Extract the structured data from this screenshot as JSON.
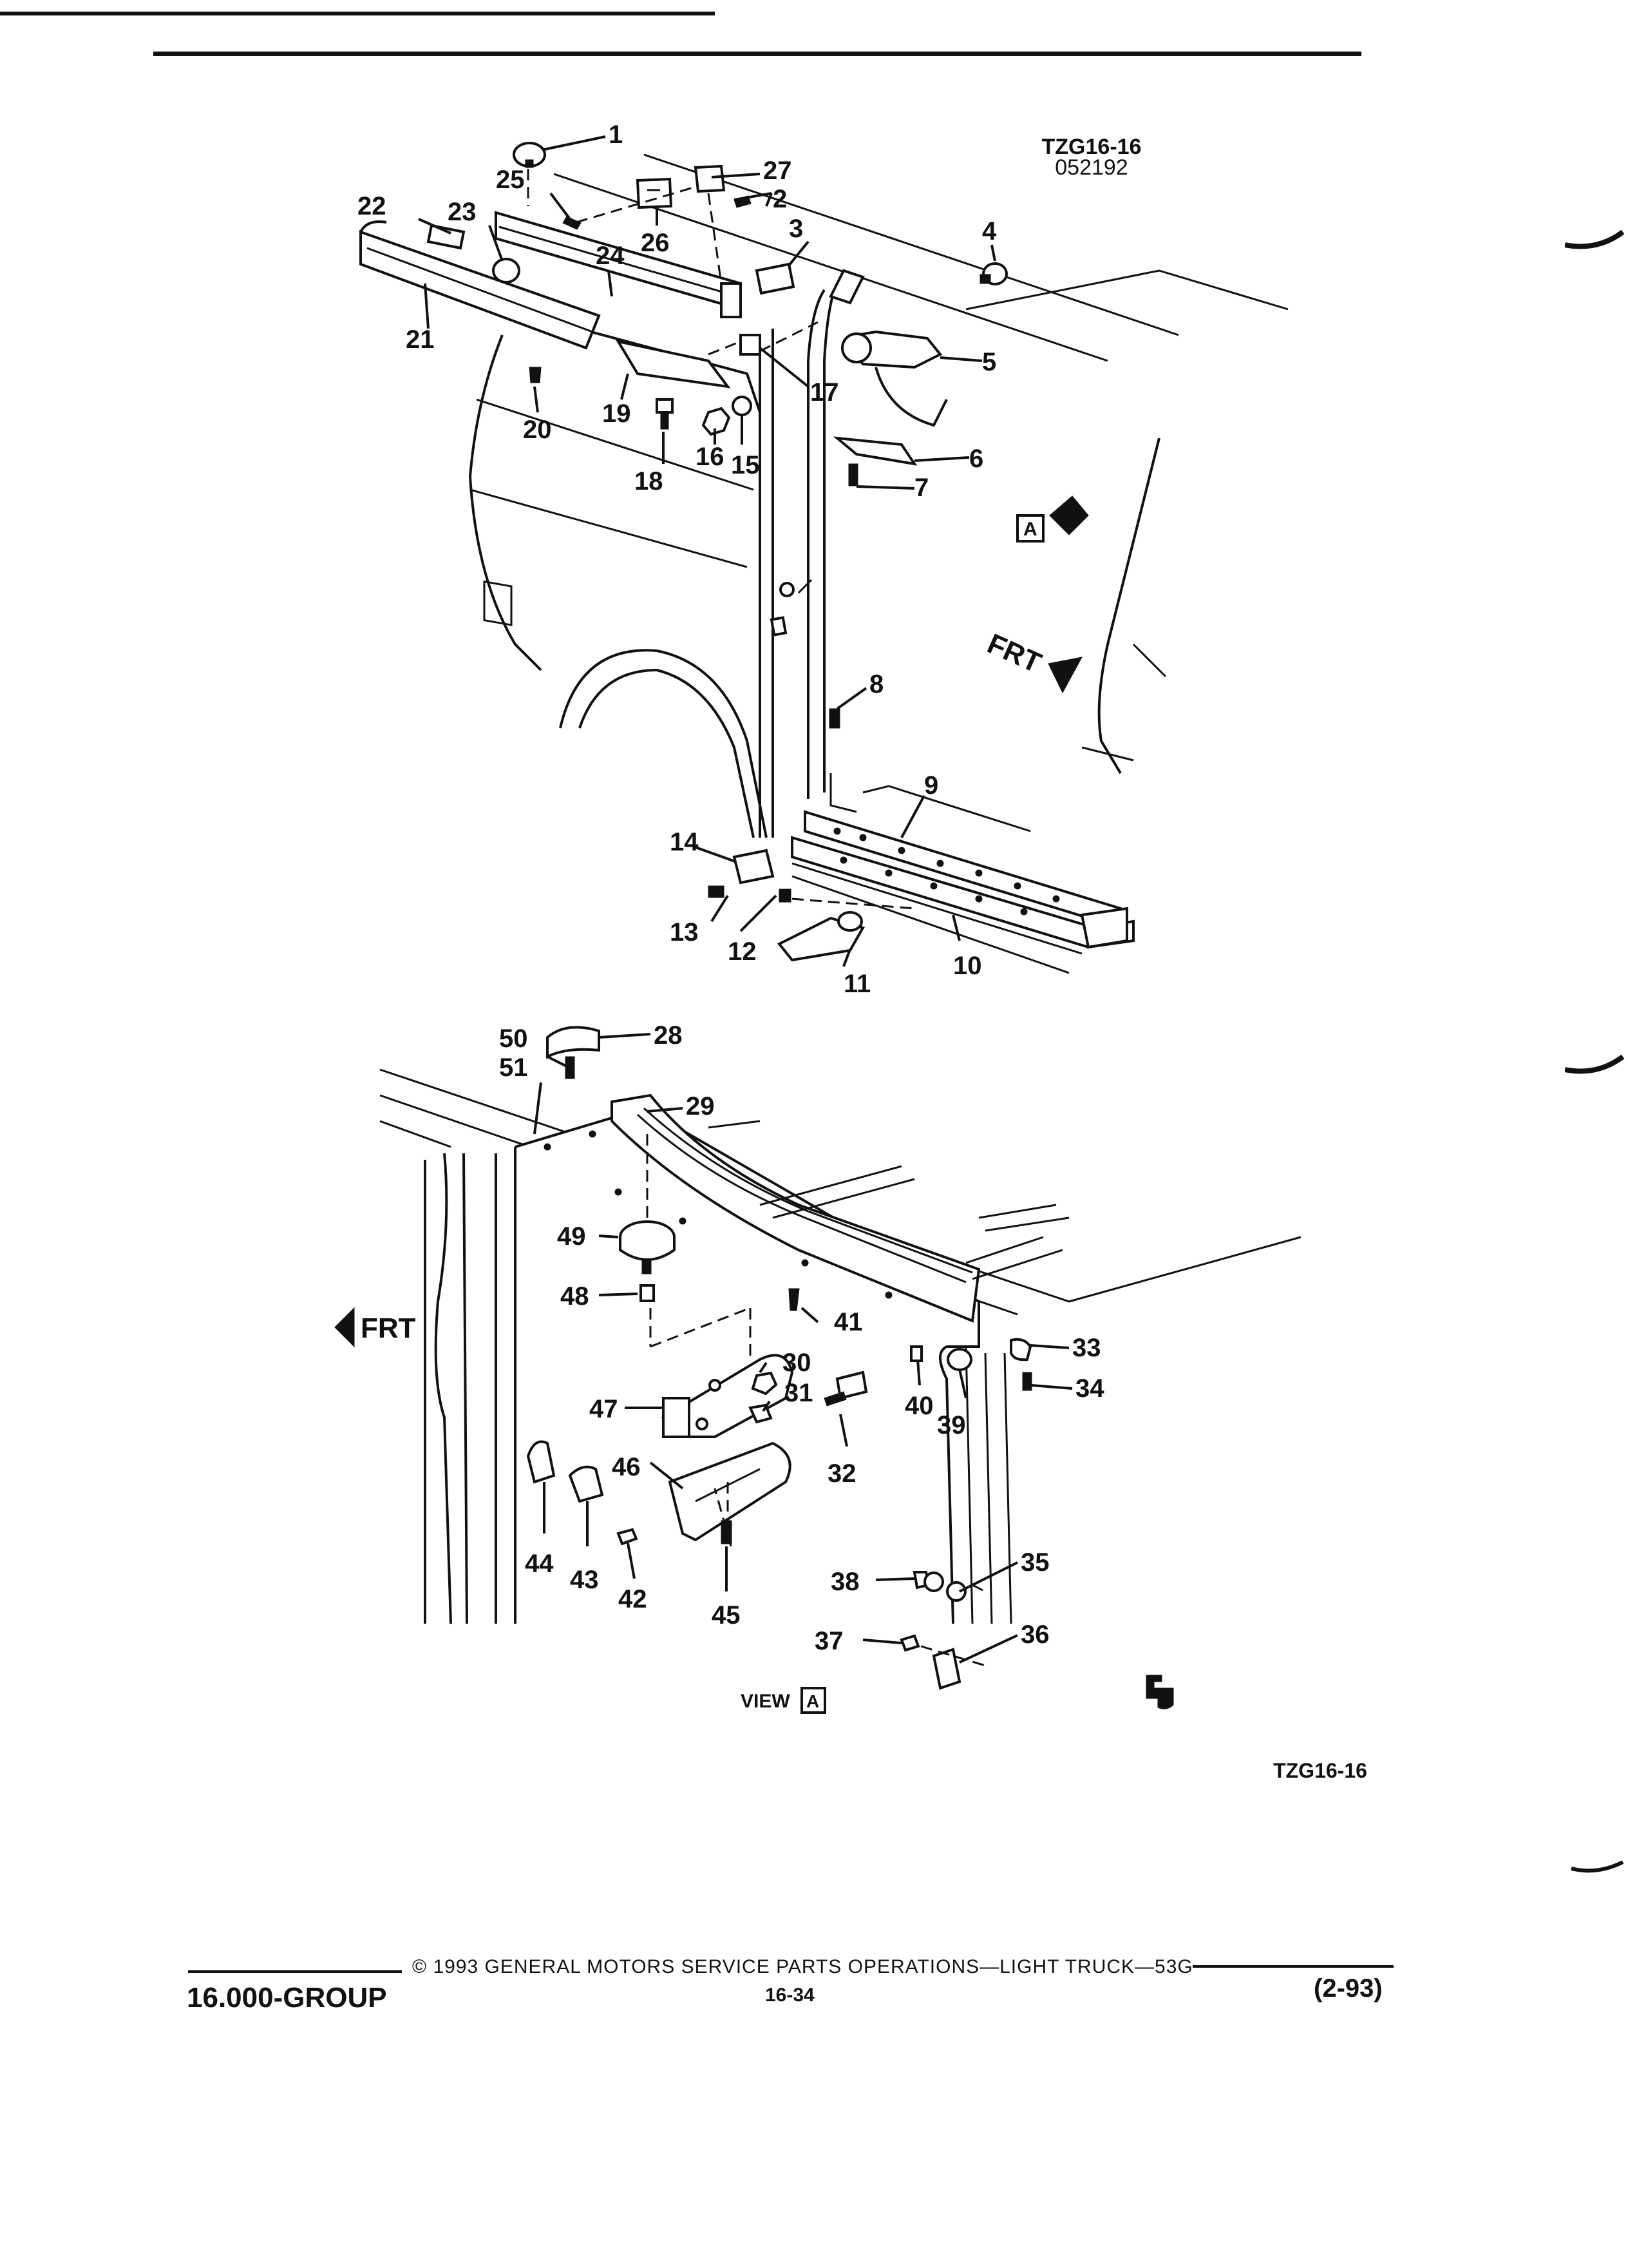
{
  "header": {
    "drawing_code": "TZG16-16",
    "drawing_date": "052192"
  },
  "callouts": [
    "1",
    "2",
    "3",
    "4",
    "5",
    "6",
    "7",
    "8",
    "9",
    "10",
    "11",
    "12",
    "13",
    "14",
    "15",
    "16",
    "17",
    "18",
    "19",
    "20",
    "21",
    "22",
    "23",
    "24",
    "25",
    "26",
    "27",
    "28",
    "29",
    "30",
    "31",
    "32",
    "33",
    "34",
    "35",
    "36",
    "37",
    "38",
    "39",
    "40",
    "41",
    "42",
    "43",
    "44",
    "45",
    "46",
    "47",
    "48",
    "49",
    "50",
    "51"
  ],
  "labels": {
    "view_a_tag": "A",
    "frt_upper": "FRT",
    "frt_lower": "FRT",
    "view_caption": "VIEW",
    "view_caption_tag": "A",
    "figure_code_bottom": "TZG16-16"
  },
  "footer": {
    "copyright": "© 1993 GENERAL MOTORS SERVICE PARTS OPERATIONS—LIGHT TRUCK—53G",
    "group": "16.000-GROUP",
    "page": "16-34",
    "revision": "(2-93)"
  }
}
